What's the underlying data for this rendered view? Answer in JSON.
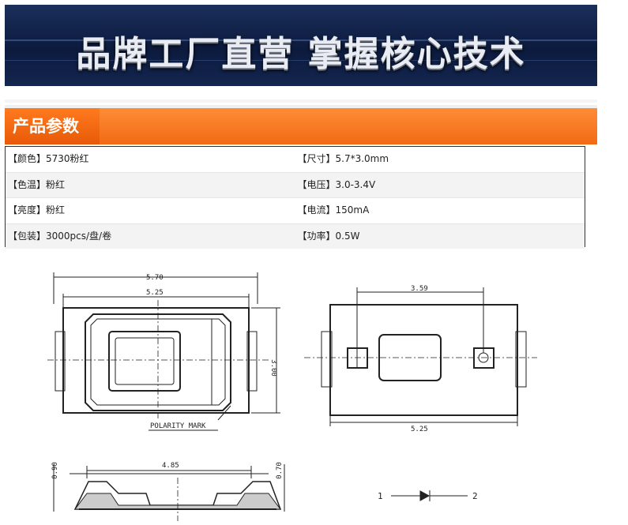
{
  "banner": {
    "title": "品牌工厂直营 掌握核心技术"
  },
  "section": {
    "title": "产品参数"
  },
  "params": [
    {
      "left": "【颜色】5730粉红",
      "right": "【尺寸】5.7*3.0mm"
    },
    {
      "left": "【色温】粉红",
      "right": "【电压】3.0-3.4V"
    },
    {
      "left": "【亮度】粉红",
      "right": "【电流】150mA"
    },
    {
      "left": "【包装】3000pcs/盘/卷",
      "right": "【功率】0.5W"
    }
  ],
  "drawing": {
    "dim_570": "5.70",
    "dim_525_top": "5.25",
    "dim_300": "3.00",
    "polarity": "POLARITY MARK",
    "dim_359": "3.59",
    "dim_525_bottom": "5.25",
    "dim_090": "0.90",
    "dim_485": "4.85",
    "dim_070": "0.70",
    "pin1": "1",
    "pin2": "2"
  }
}
